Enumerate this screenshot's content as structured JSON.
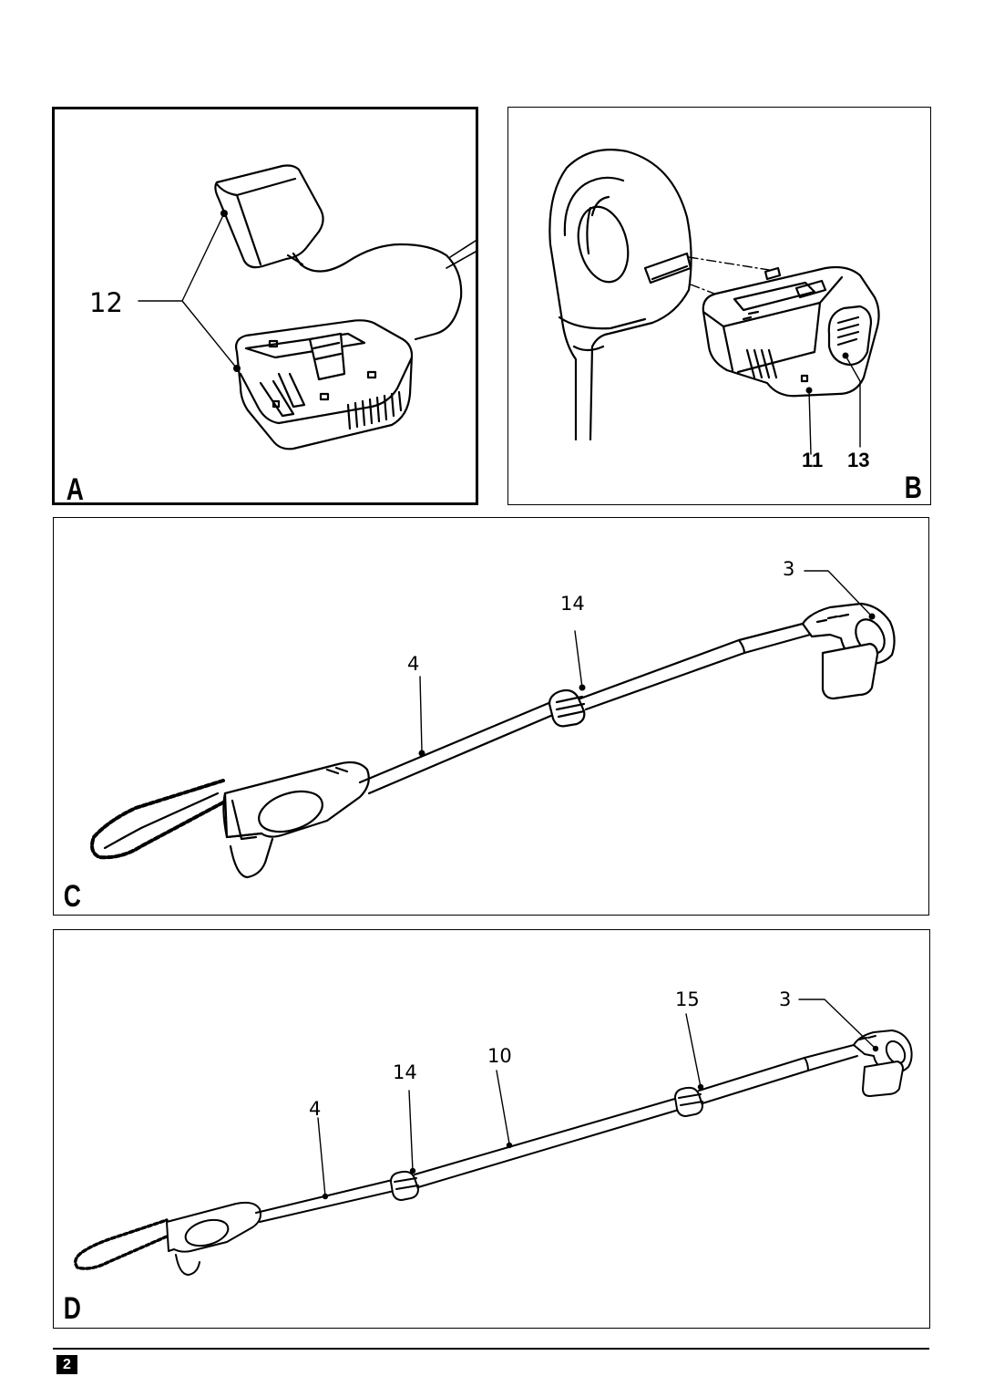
{
  "page": {
    "number": "2"
  },
  "figures": {
    "a": {
      "letter": "A",
      "callouts": {
        "charger": "12"
      }
    },
    "b": {
      "letter": "B",
      "callouts": {
        "battery": "11",
        "release_button": "13"
      }
    },
    "c": {
      "letter": "C",
      "callouts": {
        "rear_handle": "3",
        "collar": "14",
        "tube": "4"
      }
    },
    "d": {
      "letter": "D",
      "callouts": {
        "rear_handle": "3",
        "collar_upper": "15",
        "extension_tube": "10",
        "collar_lower": "14",
        "tube": "4"
      }
    }
  }
}
